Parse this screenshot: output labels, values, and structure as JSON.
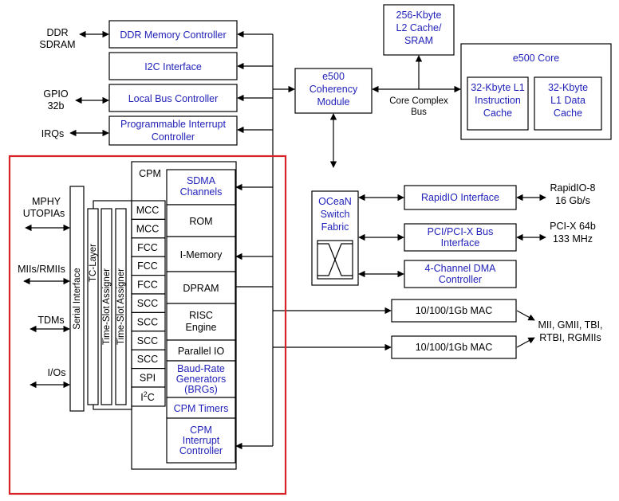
{
  "colors": {
    "block_text": "#1f1fb8",
    "highlight": "#d9232a",
    "line": "#000000"
  },
  "blocks": {
    "ddr_ctrl": "DDR Memory Controller",
    "i2c": "I2C Interface",
    "local_bus": "Local Bus Controller",
    "pic": [
      "Programmable Interrupt",
      "Controller"
    ],
    "coherency": [
      "e500",
      "Coherency",
      "Module"
    ],
    "l2": [
      "256-Kbyte",
      "L2 Cache/",
      "SRAM"
    ],
    "core_title": "e500 Core",
    "l1i": [
      "32-Kbyte L1",
      "Instruction",
      "Cache"
    ],
    "l1d": [
      "32-Kbyte",
      "L1 Data",
      "Cache"
    ],
    "ccb": [
      "Core Complex",
      "Bus"
    ],
    "ocean": [
      "OCeaN",
      "Switch",
      "Fabric"
    ],
    "rapidio": "RapidIO Interface",
    "pci": [
      "PCI/PCI-X Bus",
      "Interface"
    ],
    "dma": [
      "4-Channel DMA",
      "Controller"
    ],
    "mac1": "10/100/1Gb MAC",
    "mac2": "10/100/1Gb MAC"
  },
  "external": {
    "ddr": [
      "DDR",
      "SDRAM"
    ],
    "gpio": [
      "GPIO",
      "32b"
    ],
    "irqs": "IRQs",
    "rapidio": [
      "RapidIO-8",
      "16 Gb/s"
    ],
    "pci": [
      "PCI-X 64b",
      "133 MHz"
    ],
    "mac": [
      "MII, GMII, TBI,",
      "RTBI, RGMIIs"
    ],
    "mphy": [
      "MPHY",
      "UTOPIAs"
    ],
    "miis": "MIIs/RMIIs",
    "tdms": "TDMs",
    "ios": "I/Os"
  },
  "cpm": {
    "label": "CPM",
    "serial_interface": "Serial Interface",
    "tc_layer": "TC-Layer",
    "tsa1": "Time-Slot Assigner",
    "tsa2": "Time-Slot Assigner",
    "channels": [
      "MCC",
      "MCC",
      "FCC",
      "FCC",
      "FCC",
      "SCC",
      "SCC",
      "SCC",
      "SCC",
      "SPI"
    ],
    "i2c_base": "I",
    "i2c_sup": "2",
    "i2c_tail": "C",
    "sdma": [
      "SDMA",
      "Channels"
    ],
    "rom": "ROM",
    "imem": "I-Memory",
    "dpram": "DPRAM",
    "risc": [
      "RISC",
      "Engine"
    ],
    "pio": "Parallel IO",
    "brg": [
      "Baud-Rate",
      "Generators",
      "(BRGs)"
    ],
    "timers": "CPM Timers",
    "pic": [
      "CPM",
      "Interrupt",
      "Controller"
    ]
  }
}
